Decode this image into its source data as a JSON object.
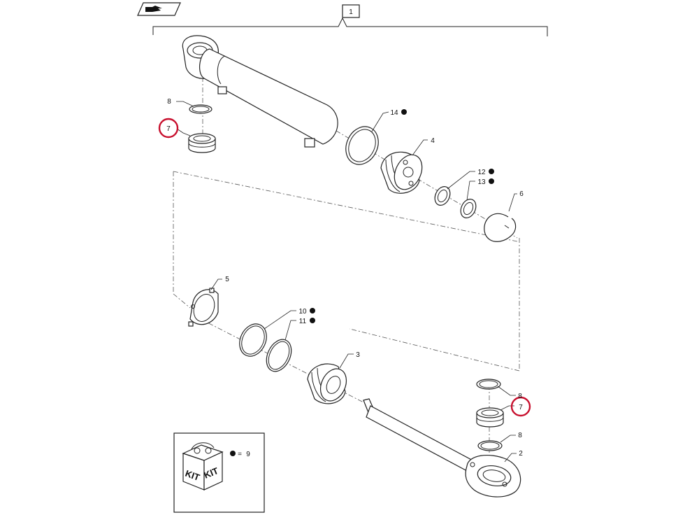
{
  "assembly": {
    "label": "1"
  },
  "callouts": {
    "p2": "2",
    "p3": "3",
    "p4": "4",
    "p5": "5",
    "p6": "6",
    "p7_top": "7",
    "p7_bottom": "7",
    "p8_top": "8",
    "p8_mid": "8",
    "p8_bottom": "8",
    "p10": "10",
    "p11": "11",
    "p12": "12",
    "p13": "13",
    "p14": "14"
  },
  "kit": {
    "word": "KIT",
    "equals": "=",
    "number": "9"
  },
  "icons": {
    "nav": "hand-arrow-icon",
    "kit_marker": "filled-dot-icon"
  },
  "colors": {
    "highlight": "#c8102e",
    "line": "#222222"
  }
}
